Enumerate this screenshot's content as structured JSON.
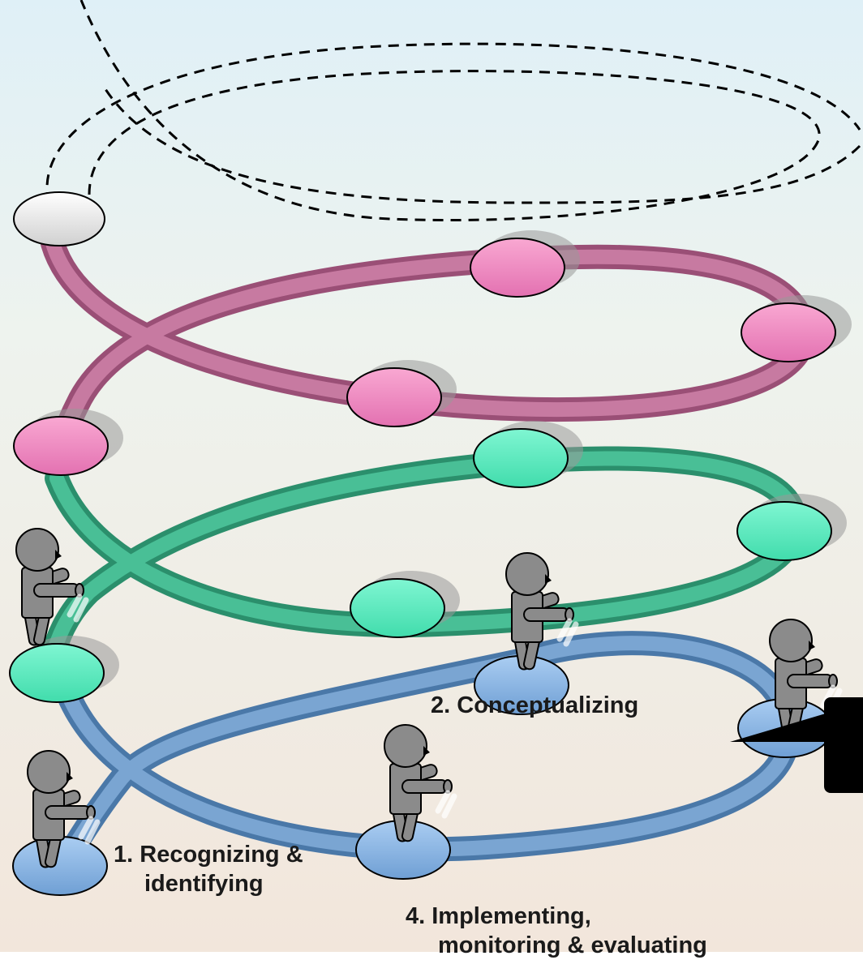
{
  "steps": [
    {
      "number": "1.",
      "text_line1": "Recognizing &",
      "text_line2": "identifying"
    },
    {
      "number": "2.",
      "text_line1": "Conceptualizing"
    },
    {
      "number": "4.",
      "text_line1": "Implementing,",
      "text_line2": "monitoring & evaluating"
    }
  ],
  "callout": {
    "text": ""
  },
  "colors": {
    "background_top": "#e3f1f7",
    "background_bottom": "#f1e7dc",
    "upper_ring": "#b7668f",
    "middle_ring": "#3dae87",
    "lower_ring": "#6c98c4",
    "pink_node": "#f38ec2",
    "green_node": "#5ff0c3",
    "blue_node": "#8db6e6",
    "white_node": "#f2f2f2",
    "person": "#8b8b8b",
    "dashed_path": "#000000",
    "callout_box": "#000000"
  },
  "icons": [
    "person-figure-icon",
    "ring-node-icon",
    "dashed-spiral-path",
    "speech-callout"
  ]
}
